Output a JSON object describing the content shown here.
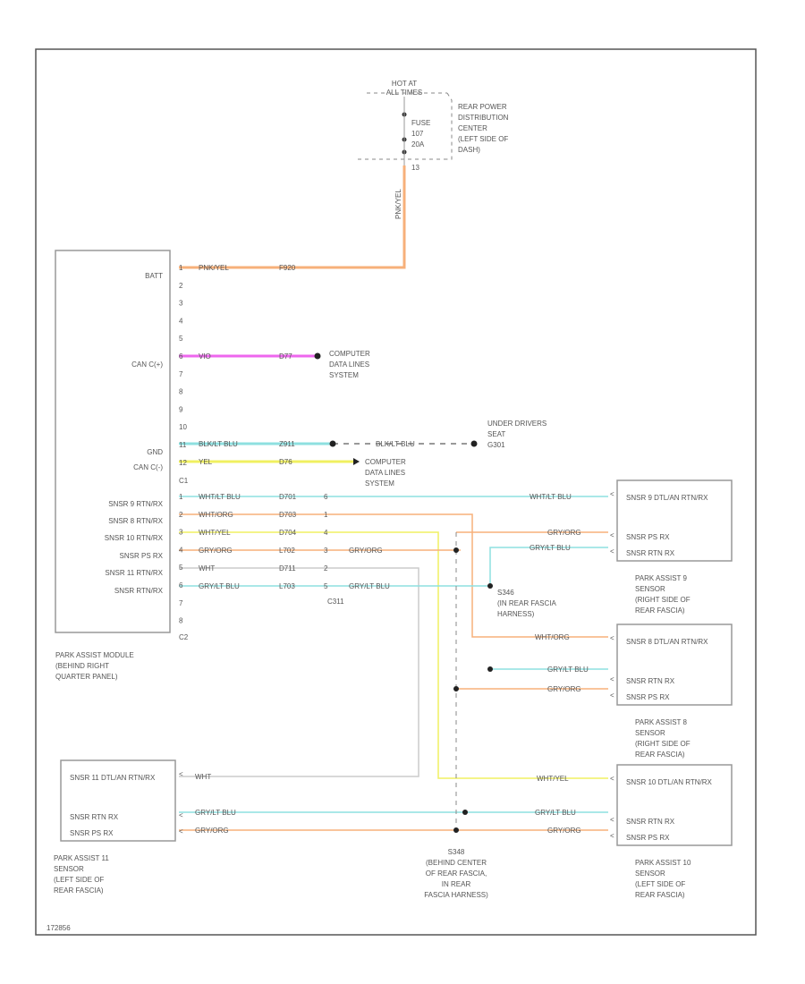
{
  "power": {
    "hot": [
      "HOT AT",
      "ALL TIMES"
    ],
    "fuse": [
      "FUSE",
      "107",
      "20A"
    ],
    "fuse_pin": "13",
    "pdc": [
      "REAR POWER",
      "DISTRIBUTION",
      "CENTER",
      "(LEFT SIDE OF",
      "DASH)"
    ],
    "riser_wire": "PNK/YEL"
  },
  "module": {
    "name": [
      "PARK ASSIST MODULE",
      "(BEHIND RIGHT",
      "QUARTER PANEL)"
    ],
    "labels": {
      "batt": "BATT",
      "canp": "CAN C(+)",
      "gnd": "GND",
      "canm": "CAN C(-)",
      "s9": "SNSR 9 RTN/RX",
      "s8": "SNSR 8 RTN/RX",
      "s10": "SNSR 10 RTN/RX",
      "ps": "SNSR PS RX",
      "s11": "SNSR 11 RTN/RX",
      "rtn": "SNSR RTN/RX"
    },
    "c1_pins": [
      "1",
      "2",
      "3",
      "4",
      "5",
      "6",
      "7",
      "8",
      "9",
      "10",
      "11",
      "12"
    ],
    "c1": "C1",
    "c2_pins": [
      "1",
      "2",
      "3",
      "4",
      "5",
      "6",
      "7",
      "8"
    ],
    "c2": "C2"
  },
  "wires": {
    "batt": {
      "color": "PNK/YEL",
      "circuit": "F920"
    },
    "canp": {
      "color": "VIO",
      "circuit": "D77"
    },
    "gnd": {
      "color": "BLK/LT BLU",
      "circuit": "Z911",
      "far_color": "BLK/LT BLU",
      "ground": [
        "UNDER DRIVERS",
        "SEAT",
        "G301"
      ]
    },
    "canm": {
      "color": "YEL",
      "circuit": "D76"
    },
    "data_lines": [
      "COMPUTER",
      "DATA LINES",
      "SYSTEM"
    ],
    "sensor": [
      {
        "color": "WHT/LT BLU",
        "circuit": "D701",
        "pin": "6",
        "far": "WHT/LT BLU"
      },
      {
        "color": "WHT/ORG",
        "circuit": "D703",
        "pin": "1",
        "far": "WHT/ORG"
      },
      {
        "color": "WHT/YEL",
        "circuit": "D704",
        "pin": "4",
        "far": "WHT/YEL"
      },
      {
        "color": "GRY/ORG",
        "circuit": "L702",
        "pin": "3",
        "far": "GRY/ORG"
      },
      {
        "color": "WHT",
        "circuit": "D711",
        "pin": "2",
        "far": "WHT"
      },
      {
        "color": "GRY/LT BLU",
        "circuit": "L703",
        "pin": "5",
        "far": "GRY/LT BLU"
      }
    ],
    "connector": "C311",
    "gry_lt_blu": "GRY/LT BLU",
    "gry_org": "GRY/ORG"
  },
  "splices": {
    "s346": [
      "S346",
      "(IN REAR FASCIA",
      "HARNESS)"
    ],
    "s348": [
      "S348",
      "(BEHIND CENTER",
      "OF REAR FASCIA,",
      "IN REAR",
      "FASCIA HARNESS)"
    ]
  },
  "sensors": {
    "s9": {
      "pins": [
        "SNSR 9 DTL/AN RTN/RX",
        "SNSR PS RX",
        "SNSR RTN RX"
      ],
      "name": [
        "PARK ASSIST 9",
        "SENSOR",
        "(RIGHT SIDE OF",
        "REAR FASCIA)"
      ]
    },
    "s8": {
      "pins": [
        "SNSR 8 DTL/AN RTN/RX",
        "SNSR RTN RX",
        "SNSR PS RX"
      ],
      "name": [
        "PARK ASSIST 8",
        "SENSOR",
        "(RIGHT SIDE OF",
        "REAR FASCIA)"
      ]
    },
    "s10": {
      "pins": [
        "SNSR 10 DTL/AN RTN/RX",
        "SNSR RTN RX",
        "SNSR PS RX"
      ],
      "name": [
        "PARK ASSIST 10",
        "SENSOR",
        "(LEFT SIDE OF",
        "REAR FASCIA)"
      ]
    },
    "s11": {
      "pins": [
        "SNSR 11 DTL/AN RTN/RX",
        "SNSR RTN RX",
        "SNSR PS RX"
      ],
      "name": [
        "PARK ASSIST 11",
        "SENSOR",
        "(LEFT SIDE OF",
        "REAR FASCIA)"
      ]
    }
  },
  "footer_id": "172856",
  "colors": {
    "orange": "#f7b07a",
    "magenta": "#ee66ee",
    "teal": "#8ee0e0",
    "yellow": "#f0f060",
    "gray": "#cccccc",
    "frame": "#555555"
  }
}
